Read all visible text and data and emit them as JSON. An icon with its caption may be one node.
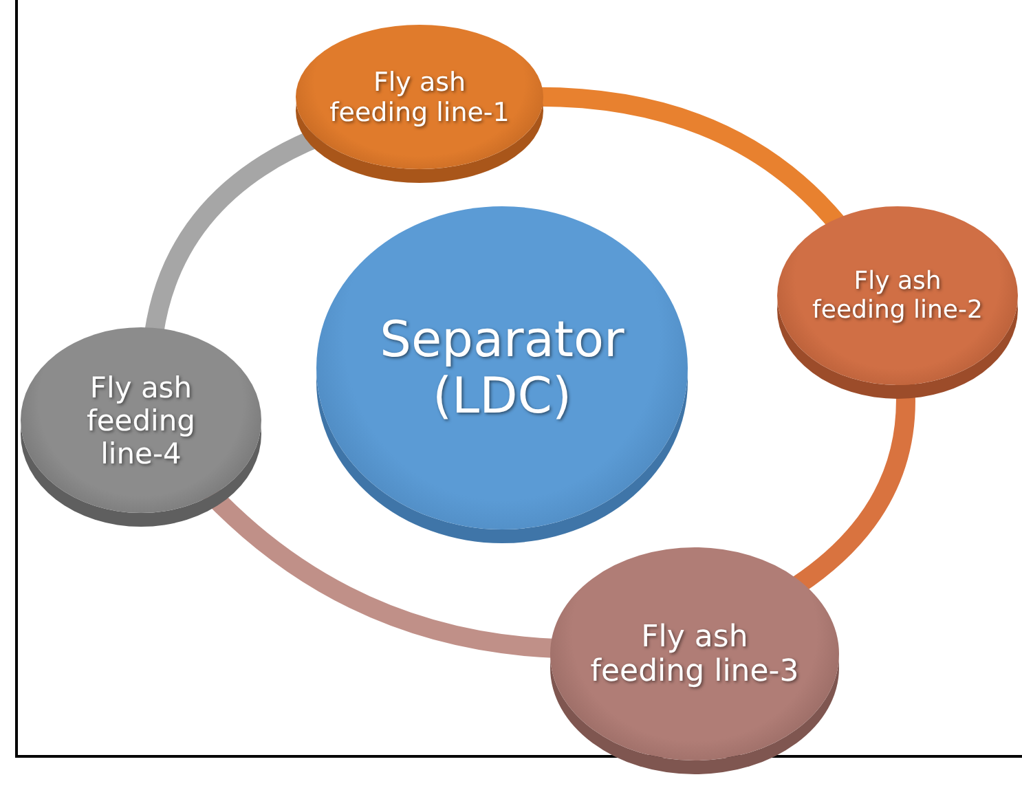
{
  "diagram": {
    "nodes": [
      {
        "text": [
          "Separator (LDC)"
        ]
      },
      {
        "text": [
          "Fly ash feeding line-1"
        ]
      },
      {
        "text": [
          "Fly ash feeding line-2"
        ]
      },
      {
        "text": [
          "Fly ash feeding line-3"
        ]
      },
      {
        "text": [
          "Fly ash feeding line-4"
        ]
      }
    ],
    "edges": [
      {
        "from": 1,
        "to": 2,
        "arrow": "none",
        "color": "#e8812f"
      },
      {
        "from": 2,
        "to": 3,
        "arrow": "none",
        "color": "#d9733f"
      },
      {
        "from": 3,
        "to": 4,
        "arrow": "none",
        "color": "#c09088"
      },
      {
        "from": 4,
        "to": 1,
        "arrow": "none",
        "color": "#a6a6a6"
      }
    ]
  }
}
